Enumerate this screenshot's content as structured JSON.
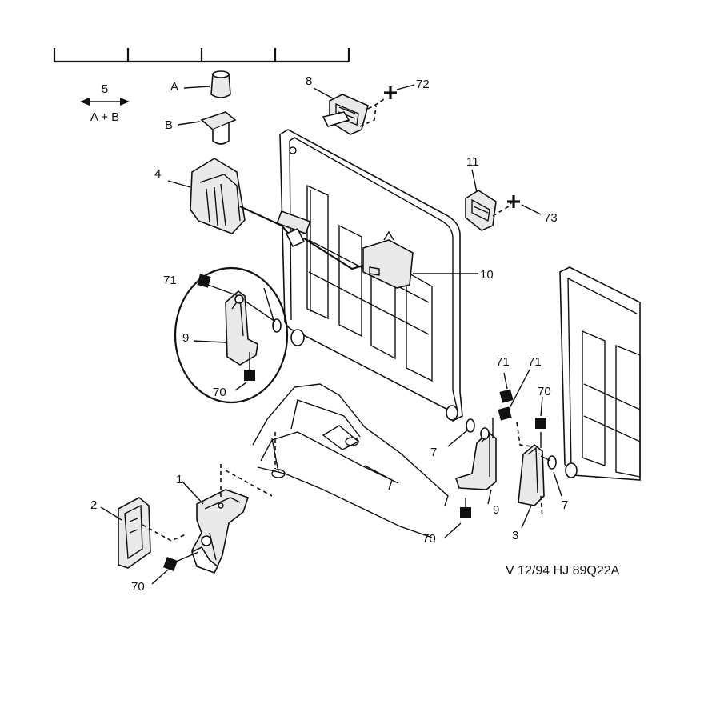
{
  "diagram": {
    "reference": "V 12/94 HJ 89Q22A",
    "legend": {
      "number": "5",
      "text": "A + B"
    },
    "callouts": {
      "A": "A",
      "B": "B",
      "c1": "1",
      "c2": "2",
      "c3": "3",
      "c4": "4",
      "c7a": "7",
      "c7b": "7",
      "c8": "8",
      "c9a": "9",
      "c9b": "9",
      "c10": "10",
      "c11": "11",
      "c70a": "70",
      "c70b": "70",
      "c70c": "70",
      "c70d": "70",
      "c71a": "71",
      "c71b": "71",
      "c71c": "71",
      "c72": "72",
      "c73": "73"
    }
  }
}
